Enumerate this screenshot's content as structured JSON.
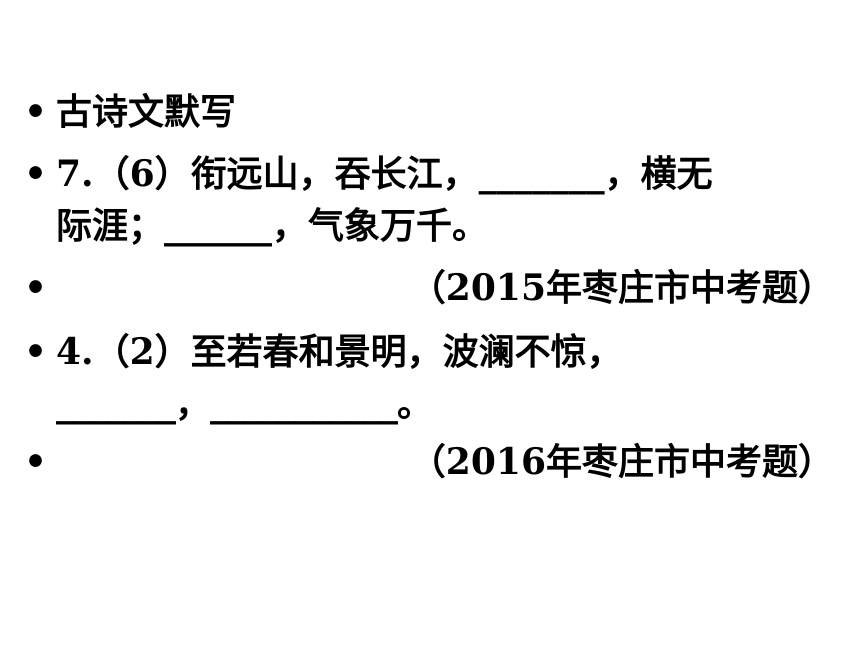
{
  "slide": {
    "items": [
      {
        "bullet": "•",
        "lines": [
          "古诗文默写"
        ]
      },
      {
        "bullet": "•",
        "lines": [
          "7.（6）衔远山，吞长江，_______，横无",
          "际涯；______，气象万千。"
        ]
      },
      {
        "bullet": "•",
        "source": "（2015年枣庄市中考题）"
      },
      {
        "bullet": "•",
        "lines": [
          "4.（2）至若春和景明，波澜不惊，",
          "_______，___________。"
        ]
      },
      {
        "bullet": "•",
        "source": "（2016年枣庄市中考题）"
      }
    ]
  }
}
